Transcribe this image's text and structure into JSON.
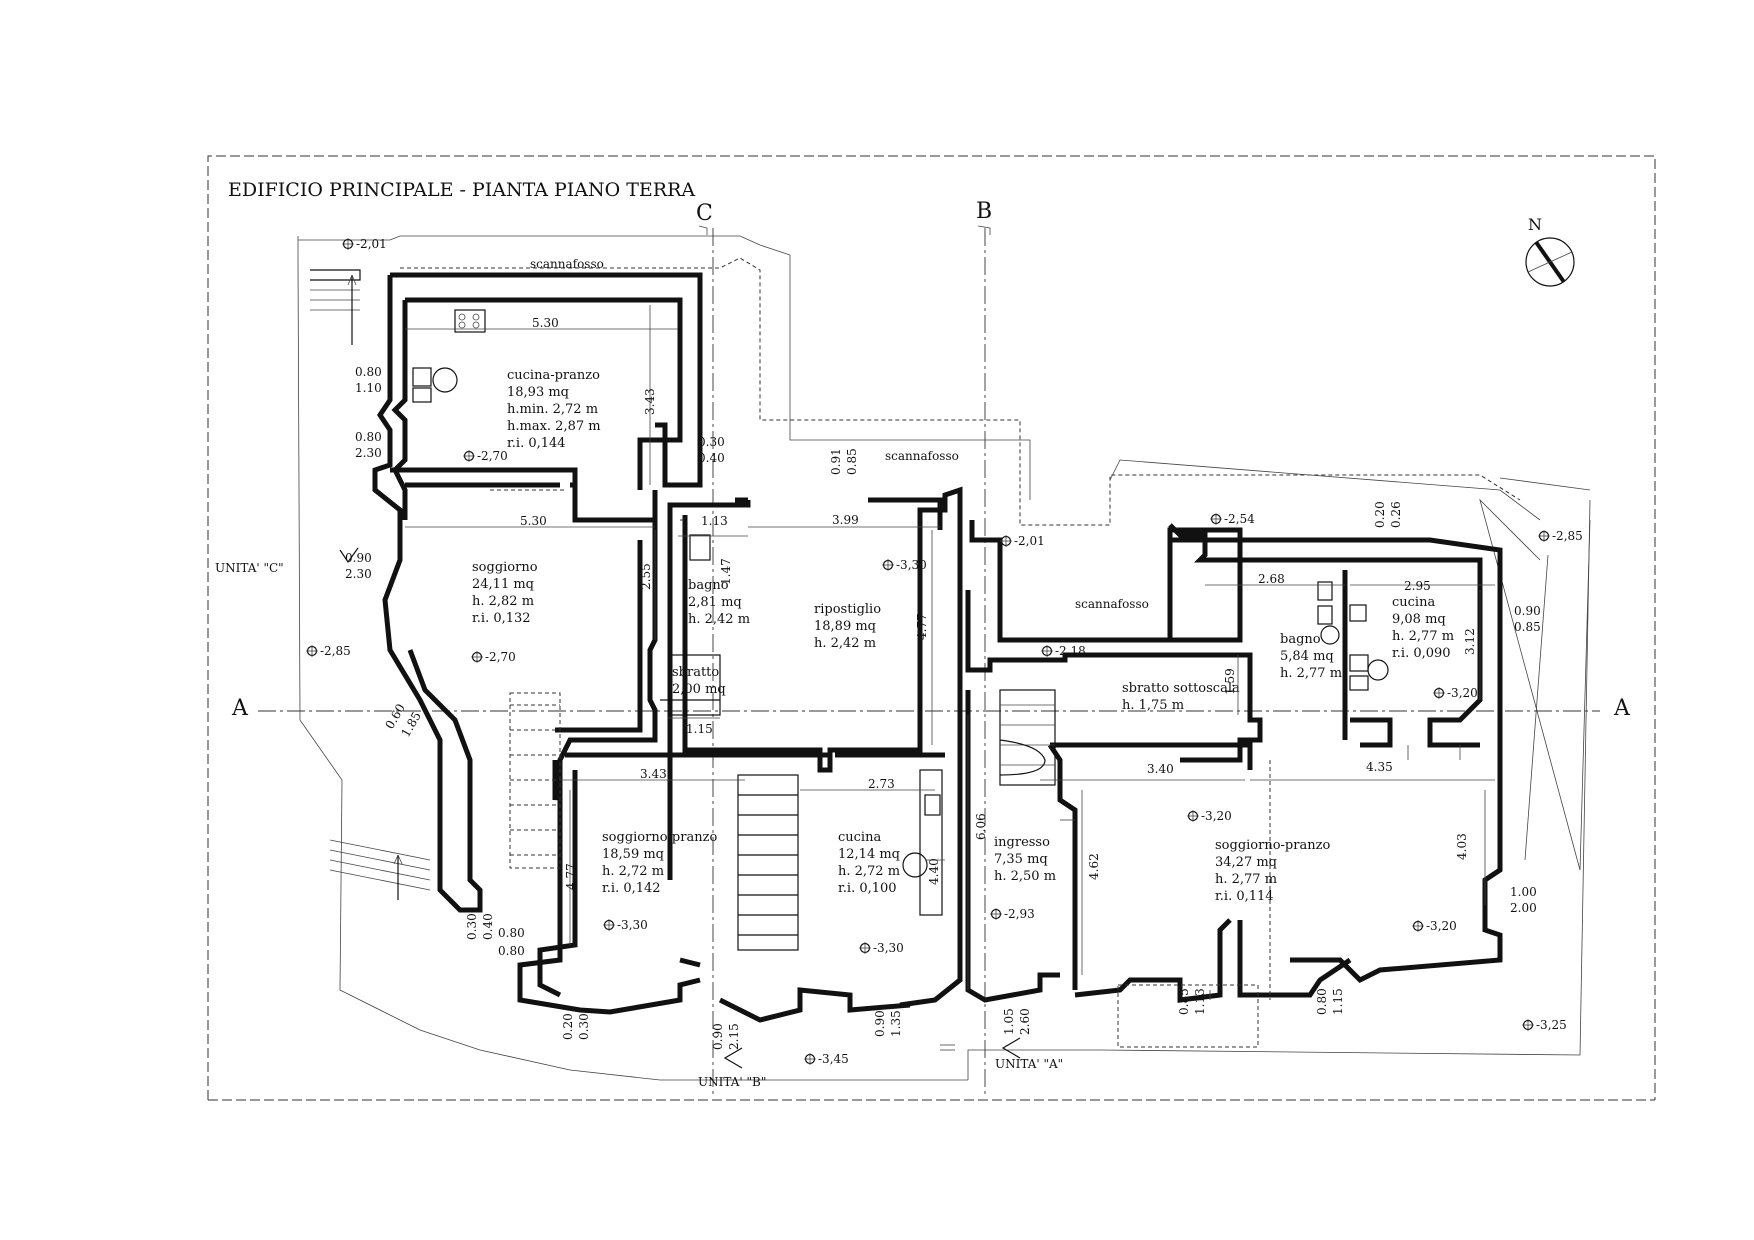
{
  "title": "EDIFICIO PRINCIPALE - PIANTA PIANO TERRA",
  "sections": {
    "a_left": "A",
    "a_right": "A",
    "b": "B",
    "c": "C"
  },
  "north": "N",
  "units": {
    "c": "UNITA' \"C\"",
    "b": "UNITA' \"B\"",
    "a": "UNITA' \"A\""
  },
  "scannafosso": "scannafosso",
  "rooms": {
    "cucina_pranzo_c": {
      "name": "cucina-pranzo",
      "area": "18,93 mq",
      "hmin": "h.min. 2,72 m",
      "hmax": "h.max. 2,87 m",
      "ri": "r.i. 0,144"
    },
    "soggiorno_c": {
      "name": "soggiorno",
      "area": "24,11 mq",
      "h": "h. 2,82 m",
      "ri": "r.i. 0,132"
    },
    "bagno_b": {
      "name": "bagno",
      "area": "2,81 mq",
      "h": "h. 2,42 m"
    },
    "sbratto_b": {
      "name": "sbratto",
      "area": "2,00 mq"
    },
    "ripostiglio": {
      "name": "ripostiglio",
      "area": "18,89 mq",
      "h": "h. 2,42 m"
    },
    "soggiorno_pranzo_b": {
      "name": "soggiorno-pranzo",
      "area": "18,59 mq",
      "h": "h. 2,72 m",
      "ri": "r.i. 0,142"
    },
    "cucina_b": {
      "name": "cucina",
      "area": "12,14 mq",
      "h": "h. 2,72 m",
      "ri": "r.i. 0,100"
    },
    "ingresso": {
      "name": "ingresso",
      "area": "7,35 mq",
      "h": "h. 2,50 m"
    },
    "sbratto_sottoscala": {
      "name": "sbratto sottoscala",
      "h": "h. 1,75 m"
    },
    "bagno_a": {
      "name": "bagno",
      "area": "5,84 mq",
      "h": "h. 2,77 m"
    },
    "cucina_a": {
      "name": "cucina",
      "area": "9,08 mq",
      "h": "h. 2,77 m",
      "ri": "r.i. 0,090"
    },
    "soggiorno_pranzo_a": {
      "name": "soggiorno-pranzo",
      "area": "34,27 mq",
      "h": "h. 2,77 m",
      "ri": "r.i. 0,114"
    }
  },
  "levels": {
    "l201": "-2,01",
    "l270a": "-2,70",
    "l270b": "-2,70",
    "l285a": "-2,85",
    "l330a": "-3,30",
    "l330b": "-3,30",
    "l330c": "-3,30",
    "l345": "-3,45",
    "l201b": "-2,01",
    "l254": "-2,54",
    "l285b": "-2,85",
    "l218": "-2,18",
    "l320a": "-3,20",
    "l320b": "-3,20",
    "l320c": "-3,20",
    "l293": "-2,93",
    "l325": "-3,25"
  },
  "dims": {
    "d530a": "5.30",
    "d343a": "3.43",
    "d530b": "5.30",
    "d255": "2.55",
    "d080a": "0.80",
    "d110": "1.10",
    "d080b": "0.80",
    "d230a": "2.30",
    "d090a": "0.90",
    "d230b": "2.30",
    "d030a": "0.30",
    "d040a": "0.40",
    "d091": "0.91",
    "d085a": "0.85",
    "d113": "1.13",
    "d147": "1.47",
    "d399": "3.99",
    "d477a": "4.77",
    "d115": "1.15",
    "d060": "0.60",
    "d185": "1.85",
    "d343b": "3.43",
    "d477b": "4.77",
    "d273": "2.73",
    "d440": "4.40",
    "d030b": "0.30",
    "d040b": "0.40",
    "d080c": "0.80",
    "d080d": "0.80",
    "d020a": "0.20",
    "d030c": "0.30",
    "d090b": "0.90",
    "d215": "2.15",
    "d090c": "0.90",
    "d135": "1.35",
    "d105": "1.05",
    "d260": "2.60",
    "d606": "6.06",
    "d020b": "0.20",
    "d026": "0.26",
    "d268": "2.68",
    "d295": "2.95",
    "d312": "3.12",
    "d090d": "0.90",
    "d085b": "0.85",
    "d159": "1.59",
    "d340": "3.40",
    "d435": "4.35",
    "d462": "4.62",
    "d403": "4.03",
    "d100": "1.00",
    "d200": "2.00",
    "d085c": "0.85",
    "d113b": "1.13",
    "d080e": "0.80",
    "d115b": "1.15"
  }
}
